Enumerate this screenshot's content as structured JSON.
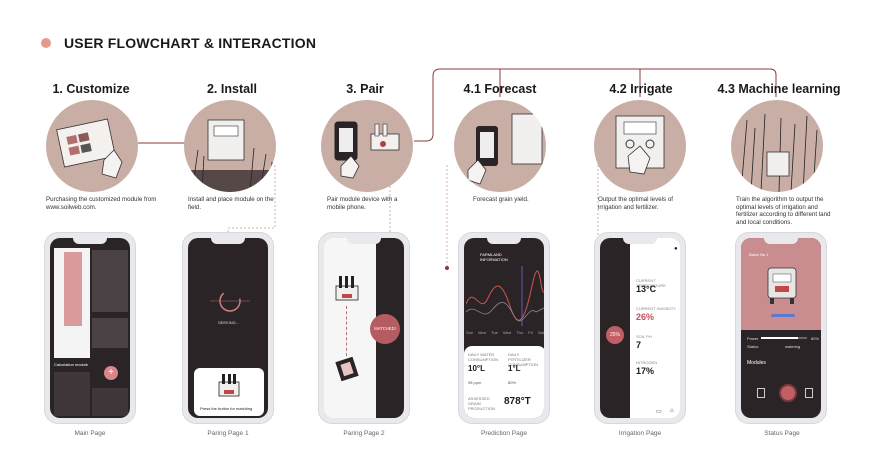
{
  "title": "USER FLOWCHART & INTERACTION",
  "steps": [
    {
      "title": "1. Customize",
      "desc": "Purchasing the customized module from www.soilweb.com."
    },
    {
      "title": "2. Install",
      "desc": "Install and place module on the field."
    },
    {
      "title": "3. Pair",
      "desc": "Pair module device with a mobile phone."
    },
    {
      "title": "4.1 Forecast",
      "desc": "Forecast grain yield."
    },
    {
      "title": "4.2 Irrigate",
      "desc": "Output the optimal levels of irrigation and fertilizer."
    },
    {
      "title": "4.3 Machine learning",
      "desc": "Train the algorithm to output the optimal levels of irrigation and fertilizer according to different land and local conditions."
    }
  ],
  "screens": {
    "main": {
      "caption": "Main Page",
      "calc_label": "Calculation module",
      "plus": "+"
    },
    "paring1": {
      "caption": "Paring Page 1",
      "seeking": "SEEKING...",
      "press": "Press the button for matching"
    },
    "paring2": {
      "caption": "Paring Page 2",
      "matched": "MATCHED!"
    },
    "prediction": {
      "caption": "Prediction Page",
      "header": "FARMLAND INFORMATION",
      "days": [
        "Sun",
        "Mon",
        "Tue",
        "Wed",
        "Thu",
        "Fri",
        "Sat"
      ],
      "stat1_label": "DAILY WATER CONSUMPTION",
      "stat1_value": "10°L",
      "stat2_label": "DAILY FERTILIZER CONSUMPTION",
      "stat2_value": "1°L",
      "stat3_value": "98 ppm",
      "stat4_value": "80%",
      "yield_label": "ASSESSED GRAIN PRODUCTION",
      "yield_value": "878°T"
    },
    "irrigation": {
      "caption": "Irrigation Page",
      "level": "25%",
      "readings": [
        {
          "label": "CURRENT TEMPERATURE",
          "value": "13°C"
        },
        {
          "label": "CURRENT HUMIDITY",
          "value": "26%"
        },
        {
          "label": "SOIL PH",
          "value": "7"
        },
        {
          "label": "NITROGEN",
          "value": "17%"
        }
      ]
    },
    "status": {
      "caption": "Status Page",
      "device": "Basin No.1",
      "power_label": "Power",
      "power_value": "80%",
      "status_label": "Status",
      "status_value": "watering",
      "modules_label": "Modules"
    }
  },
  "colors": {
    "accent": "#e59a8e",
    "rose": "#c9aea5",
    "dark": "#2b2427",
    "line": "#8a3b3b"
  }
}
